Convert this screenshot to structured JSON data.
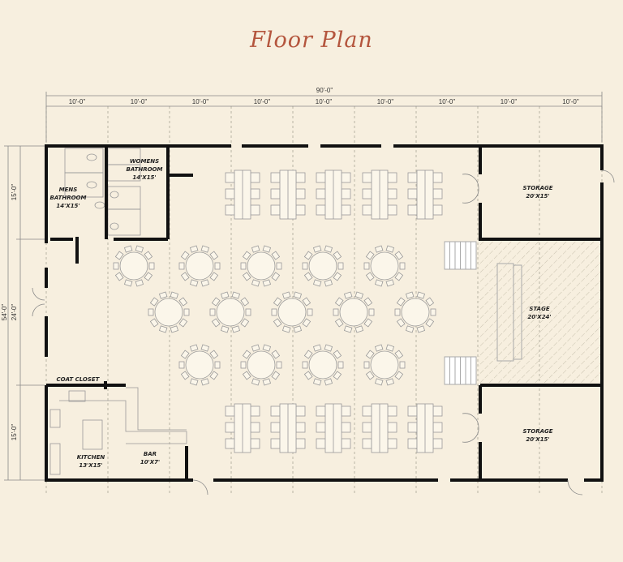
{
  "title": "Floor Plan",
  "dimensions": {
    "overall_width": "90'-0\"",
    "segments": [
      "10'-0\"",
      "10'-0\"",
      "10'-0\"",
      "10'-0\"",
      "10'-0\"",
      "10'-0\"",
      "10'-0\"",
      "10'-0\"",
      "10'-0\""
    ],
    "overall_depth": "54'-0\"",
    "left_segments": [
      "15'-0\"",
      "24'-0\"",
      "15'-0\""
    ]
  },
  "rooms": {
    "mens": {
      "name": "MENS",
      "name2": "BATHROOM",
      "size": "14'X15'"
    },
    "womens": {
      "name": "WOMENS",
      "name2": "BATHROOM",
      "size": "14'X15'"
    },
    "coat": {
      "name": "COAT CLOSET"
    },
    "kitchen": {
      "name": "KITCHEN",
      "size": "13'X15'"
    },
    "bar": {
      "name": "BAR",
      "size": "10'X7'"
    },
    "storage_top": {
      "name": "STORAGE",
      "size": "20'X15'"
    },
    "stage": {
      "name": "STAGE",
      "size": "20'X24'"
    },
    "storage_bottom": {
      "name": "STORAGE",
      "size": "20'X15'"
    }
  },
  "colors": {
    "wall": "#111111",
    "title": "#b4553d",
    "bg": "#f7efdf",
    "line": "#9a9a8e"
  }
}
